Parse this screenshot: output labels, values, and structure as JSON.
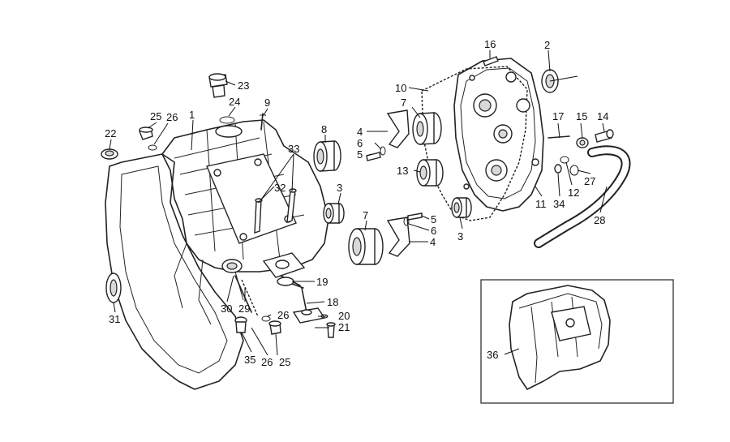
{
  "callouts": [
    {
      "id": "c1",
      "text": "1"
    },
    {
      "id": "c2",
      "text": "2"
    },
    {
      "id": "c3a",
      "text": "3"
    },
    {
      "id": "c3b",
      "text": "3"
    },
    {
      "id": "c4a",
      "text": "4"
    },
    {
      "id": "c4b",
      "text": "4"
    },
    {
      "id": "c5a",
      "text": "5"
    },
    {
      "id": "c5b",
      "text": "5"
    },
    {
      "id": "c6a",
      "text": "6"
    },
    {
      "id": "c6b",
      "text": "6"
    },
    {
      "id": "c7a",
      "text": "7"
    },
    {
      "id": "c7b",
      "text": "7"
    },
    {
      "id": "c8",
      "text": "8"
    },
    {
      "id": "c9",
      "text": "9"
    },
    {
      "id": "c10",
      "text": "10"
    },
    {
      "id": "c11",
      "text": "11"
    },
    {
      "id": "c12",
      "text": "12"
    },
    {
      "id": "c13",
      "text": "13"
    },
    {
      "id": "c14",
      "text": "14"
    },
    {
      "id": "c15",
      "text": "15"
    },
    {
      "id": "c16",
      "text": "16"
    },
    {
      "id": "c17",
      "text": "17"
    },
    {
      "id": "c18",
      "text": "18"
    },
    {
      "id": "c19",
      "text": "19"
    },
    {
      "id": "c20",
      "text": "20"
    },
    {
      "id": "c21",
      "text": "21"
    },
    {
      "id": "c22",
      "text": "22"
    },
    {
      "id": "c23",
      "text": "23"
    },
    {
      "id": "c24",
      "text": "24"
    },
    {
      "id": "c25a",
      "text": "25"
    },
    {
      "id": "c25b",
      "text": "25"
    },
    {
      "id": "c26a",
      "text": "26"
    },
    {
      "id": "c26b",
      "text": "26"
    },
    {
      "id": "c26c",
      "text": "26"
    },
    {
      "id": "c27",
      "text": "27"
    },
    {
      "id": "c28",
      "text": "28"
    },
    {
      "id": "c29",
      "text": "29"
    },
    {
      "id": "c30",
      "text": "30"
    },
    {
      "id": "c31",
      "text": "31"
    },
    {
      "id": "c32",
      "text": "32"
    },
    {
      "id": "c33",
      "text": "33"
    },
    {
      "id": "c34",
      "text": "34"
    },
    {
      "id": "c35",
      "text": "35"
    },
    {
      "id": "c36",
      "text": "36"
    }
  ]
}
